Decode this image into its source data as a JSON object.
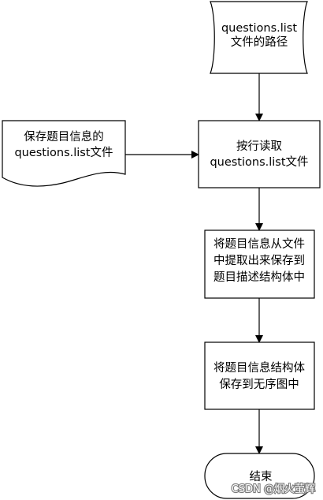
{
  "diagram": {
    "nodes": {
      "file_path": {
        "lines": [
          "questions.list",
          "文件的路径"
        ]
      },
      "source_doc": {
        "lines": [
          "保存题目信息的",
          "questions.list文件"
        ]
      },
      "read_file": {
        "lines": [
          "按行读取",
          "questions.list文件"
        ]
      },
      "extract": {
        "lines": [
          "将题目信息从文件",
          "中提取出来保存到",
          "题目描述结构体中"
        ]
      },
      "save_graph": {
        "lines": [
          "将题目信息结构体",
          "保存到无序图中"
        ]
      },
      "end": {
        "lines": [
          "结束"
        ]
      }
    }
  },
  "watermark": "CSDN @烟火萤辉"
}
